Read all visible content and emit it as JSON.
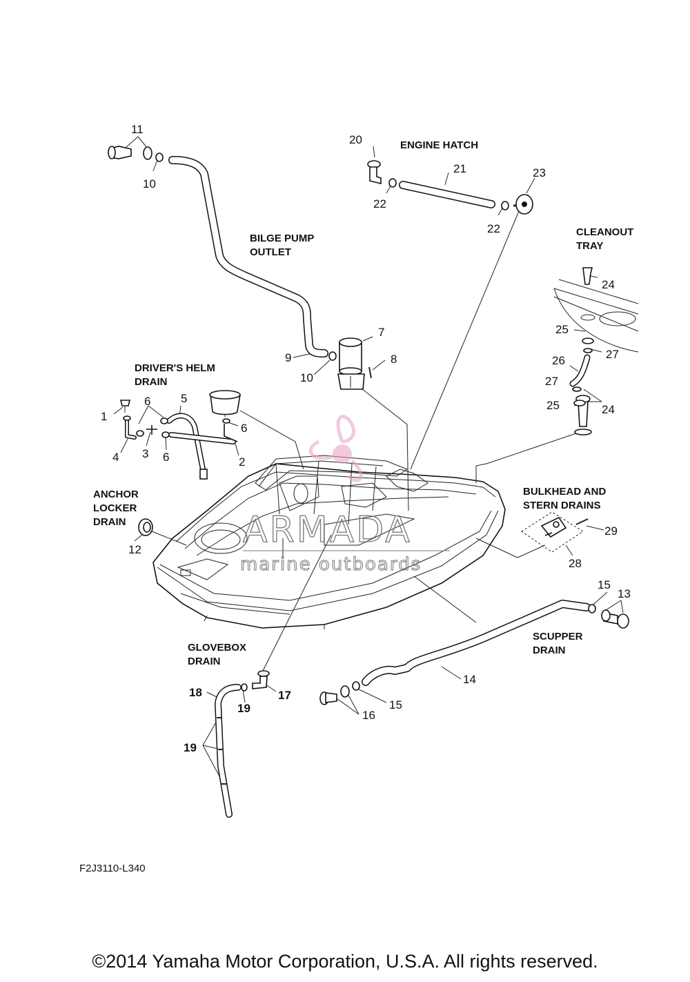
{
  "labels": {
    "bilge_pump_outlet": [
      "BILGE PUMP",
      "OUTLET"
    ],
    "engine_hatch": [
      "ENGINE HATCH"
    ],
    "cleanout_tray": [
      "CLEANOUT",
      "TRAY"
    ],
    "drivers_helm_drain": [
      "DRIVER'S HELM",
      "DRAIN"
    ],
    "anchor_locker_drain": [
      "ANCHOR",
      "LOCKER",
      "DRAIN"
    ],
    "bulkhead_stern_drains": [
      "BULKHEAD AND",
      "STERN DRAINS"
    ],
    "scupper_drain": [
      "SCUPPER",
      "DRAIN"
    ],
    "glovebox_drain": [
      "GLOVEBOX",
      "DRAIN"
    ]
  },
  "part_numbers": {
    "n1": "1",
    "n2": "2",
    "n3": "3",
    "n4": "4",
    "n5": "5",
    "n6a": "6",
    "n6b": "6",
    "n6c": "6",
    "n7": "7",
    "n8": "8",
    "n9": "9",
    "n10a": "10",
    "n10b": "10",
    "n11": "11",
    "n12": "12",
    "n13": "13",
    "n14": "14",
    "n15a": "15",
    "n15b": "15",
    "n16": "16",
    "n17": "17",
    "n18": "18",
    "n19a": "19",
    "n19b": "19",
    "n20": "20",
    "n21": "21",
    "n22a": "22",
    "n22b": "22",
    "n23": "23",
    "n24a": "24",
    "n24b": "24",
    "n25a": "25",
    "n25b": "25",
    "n26": "26",
    "n27a": "27",
    "n27b": "27",
    "n28": "28",
    "n29": "29"
  },
  "watermark": {
    "brand": "ARMADA",
    "tagline": "marine outboards"
  },
  "diagram_code": "F2J3110-L340",
  "copyright": "©2014 Yamaha Motor Corporation, U.S.A. All rights reserved.",
  "colors": {
    "ink": "#111111",
    "logo_pink": "#e6a0c4",
    "watermark_gray": "#777777"
  }
}
